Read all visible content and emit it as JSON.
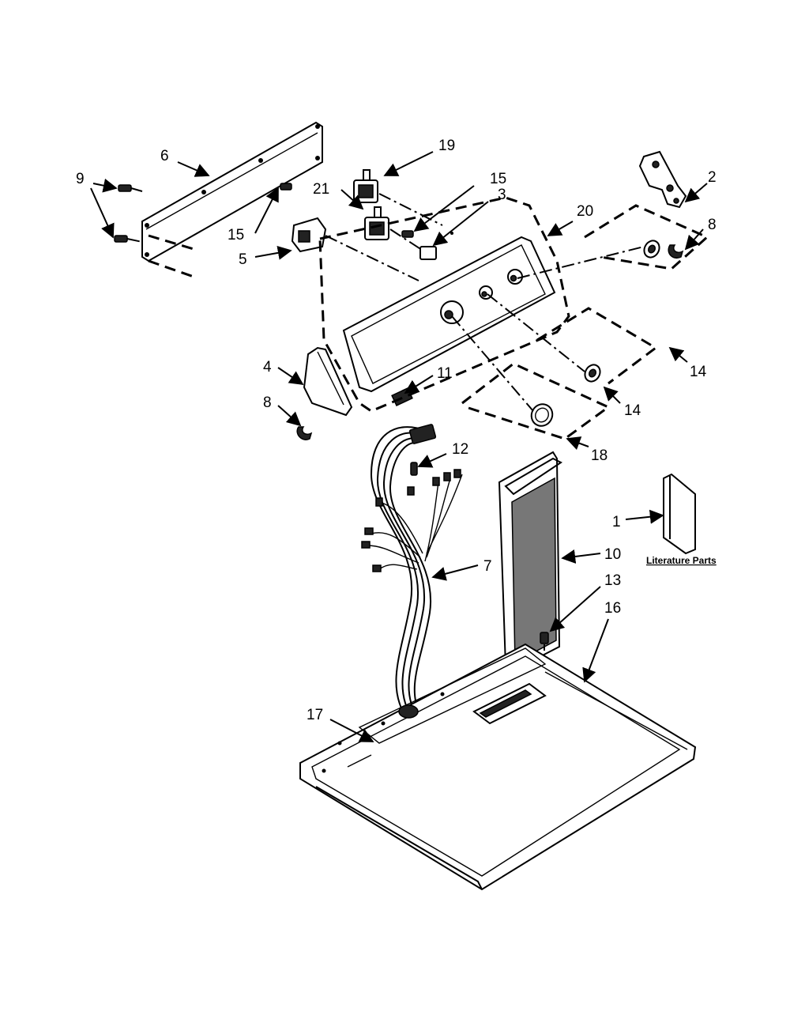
{
  "callouts": {
    "c1": "1",
    "c2": "2",
    "c3": "3",
    "c4": "4",
    "c5": "5",
    "c6": "6",
    "c7": "7",
    "c8a": "8",
    "c8b": "8",
    "c9": "9",
    "c10": "10",
    "c11": "11",
    "c12": "12",
    "c13": "13",
    "c14a": "14",
    "c14b": "14",
    "c15a": "15",
    "c15b": "15",
    "c16": "16",
    "c17": "17",
    "c18": "18",
    "c19": "19",
    "c20": "20",
    "c21": "21"
  },
  "literature_label": "Literature Parts"
}
